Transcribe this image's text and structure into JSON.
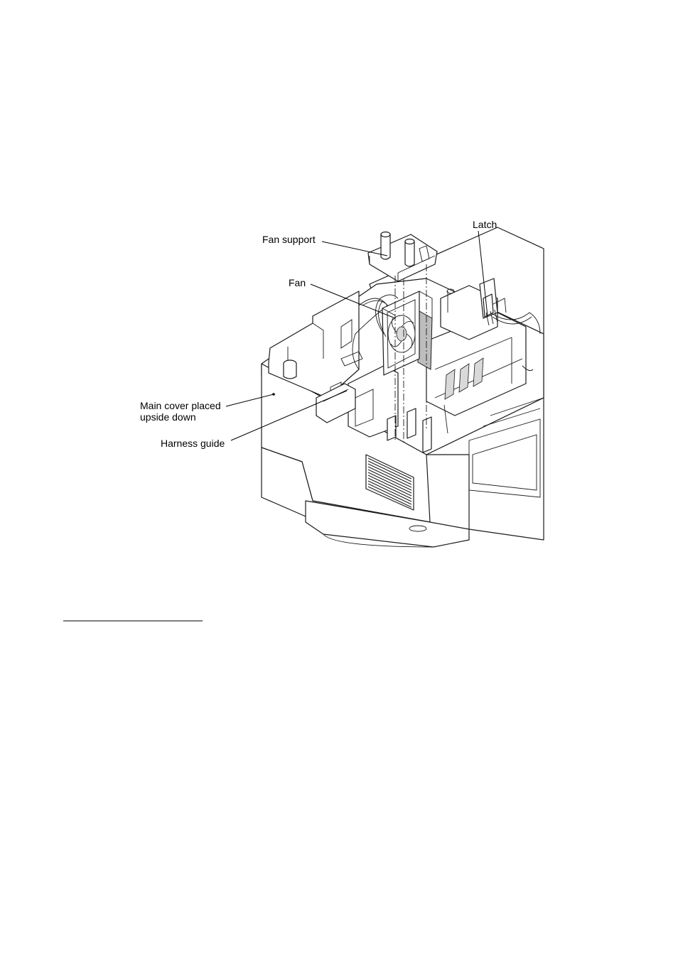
{
  "labels": {
    "latch": "Latch",
    "fan_support": "Fan support",
    "fan": "Fan",
    "main_cover_line1": "Main cover placed",
    "main_cover_line2": "upside down",
    "harness_guide": "Harness guide"
  }
}
